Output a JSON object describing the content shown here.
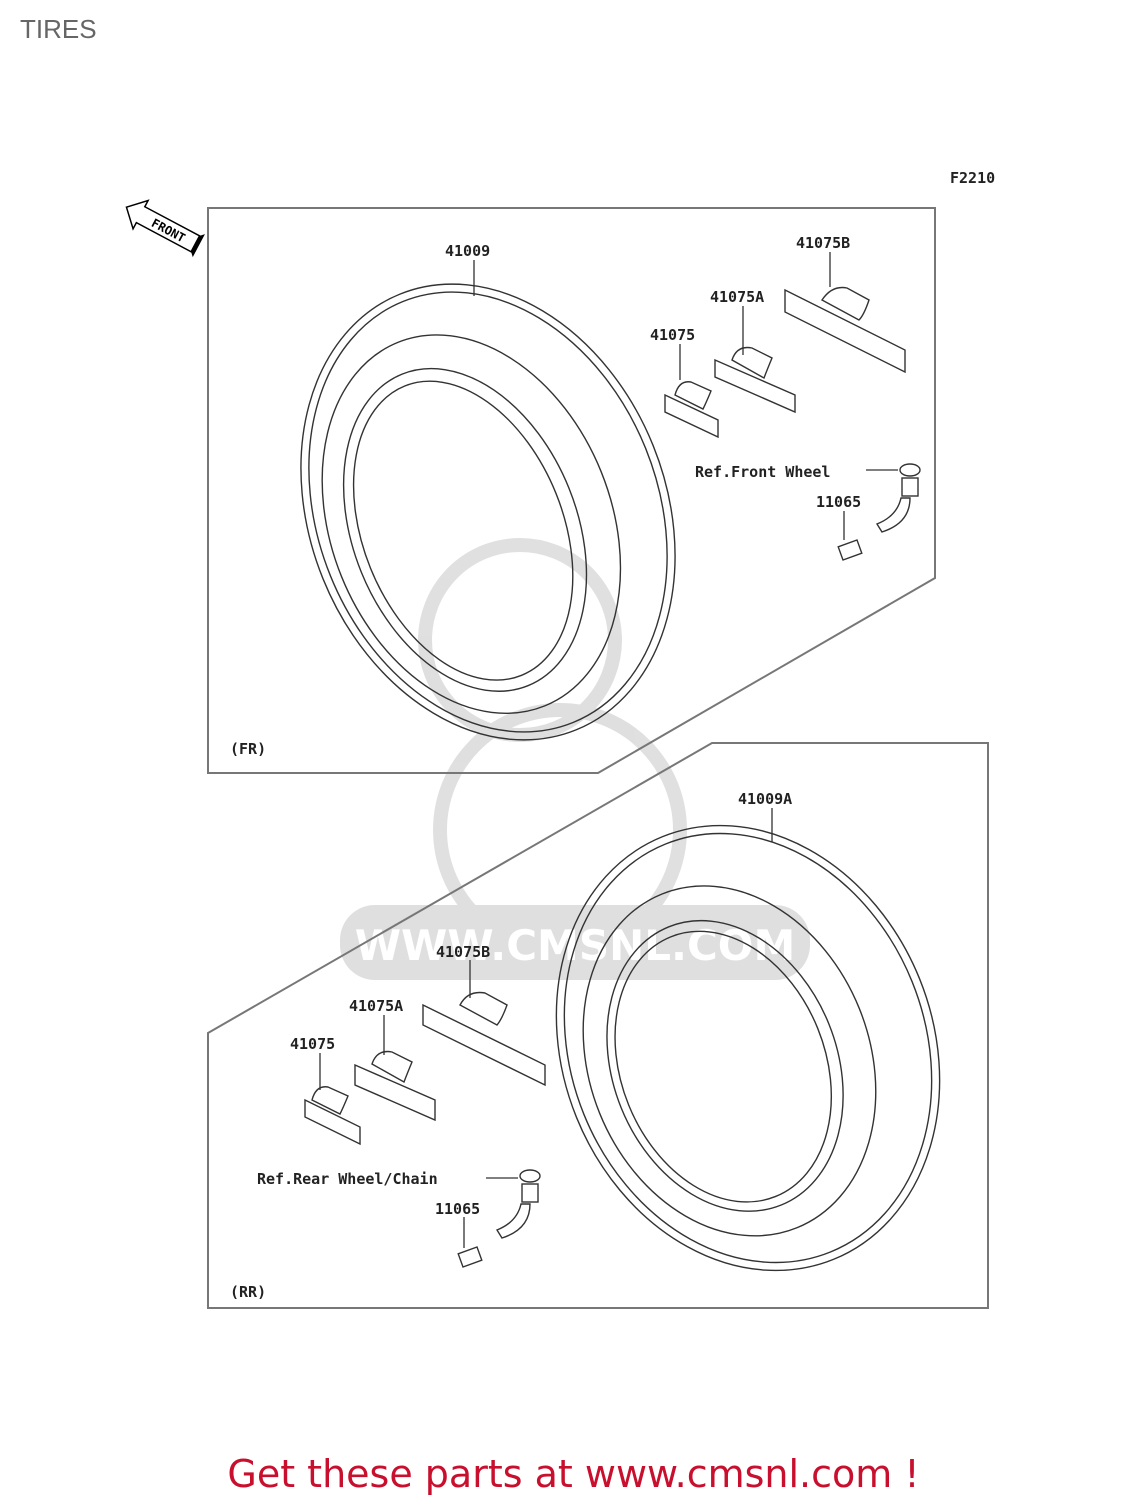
{
  "page": {
    "title": "TIRES"
  },
  "diagram": {
    "figure_code": "F2210",
    "front_arrow_label": "FRONT",
    "front_panel": {
      "section_label": "(FR)",
      "labels": {
        "tire": "41009",
        "weight_b": "41075B",
        "weight_a": "41075A",
        "weight": "41075",
        "ref": "Ref.Front Wheel",
        "valve": "11065"
      }
    },
    "rear_panel": {
      "section_label": "(RR)",
      "labels": {
        "tire": "41009A",
        "weight_b": "41075B",
        "weight_a": "41075A",
        "weight": "41075",
        "ref": "Ref.Rear Wheel/Chain",
        "valve": "11065"
      }
    },
    "watermark": "WWW.CMSNL.COM"
  },
  "footer": {
    "cta": "Get these parts at www.cmsnl.com !",
    "cta_color": "#c8102e"
  }
}
